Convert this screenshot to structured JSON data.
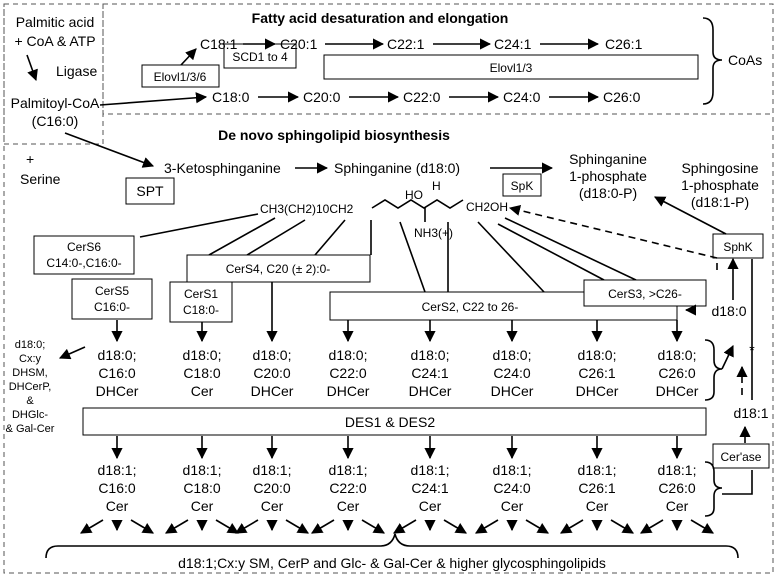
{
  "fa": {
    "title": "Fatty acid desaturation and elongation",
    "start_line1": "Palmitic acid",
    "start_line2": "+ CoA  & ATP",
    "ligase": "Ligase",
    "palmitoyl_line1": "Palmitoyl-CoA",
    "palmitoyl_line2": "(C16:0)",
    "elovl136": "Elovl1/3/6",
    "scd": "SCD1 to 4",
    "elovl13": "Elovl1/3",
    "coas": "CoAs",
    "row1": [
      "C18:1",
      "C20:1",
      "C22:1",
      "C24:1",
      "C26:1"
    ],
    "row2": [
      "C18:0",
      "C20:0",
      "C22:0",
      "C24:0",
      "C26:0"
    ]
  },
  "sl": {
    "title": "De novo sphingolipid biosynthesis",
    "plus": "+",
    "serine": "Serine",
    "spt": "SPT",
    "ketosph": "3-Ketosphinganine",
    "sphinganine": "Sphinganine (d18:0)",
    "spk": "SpK",
    "s1p_line1": "Sphinganine",
    "s1p_line2": "1-phosphate",
    "s1p_line3": "(d18:0-P)",
    "sgp_line1": "Sphingosine",
    "sgp_line2": "1-phosphate",
    "sgp_line3": "(d18:1-P)",
    "sphk": "SphK",
    "structure_chain": "CH3(CH2)10CH2",
    "structure_ho": "HO",
    "structure_h": "H",
    "structure_oh": "CH2OH",
    "structure_nh3": "NH3(+)",
    "cers6_line1": "CerS6",
    "cers6_line2": "C14:0-,C16:0-",
    "cers5_line1": "CerS5",
    "cers5_line2": "C16:0-",
    "cers1_line1": "CerS1",
    "cers1_line2": "C18:0-",
    "cers4": "CerS4, C20 (± 2):0-",
    "cers2": "CerS2,  C22 to 26-",
    "cers3": "CerS3, >C26-",
    "d180": "d18:0",
    "d181": "d18:1",
    "star": "*",
    "cerase": "Cer'ase",
    "side_list": [
      "d18:0;",
      "Cx:y",
      "DHSM,",
      "DHCerP,",
      "&",
      "DHGlc-",
      "& Gal-Cer"
    ],
    "des": "DES1 & DES2",
    "dhcer": [
      [
        "d18:0;",
        "C16:0",
        "DHCer"
      ],
      [
        "d18:0;",
        "C18:0",
        "Cer"
      ],
      [
        "d18:0;",
        "C20:0",
        "DHCer"
      ],
      [
        "d18:0;",
        "C22:0",
        "DHCer"
      ],
      [
        "d18:0;",
        "C24:1",
        "DHCer"
      ],
      [
        "d18:0;",
        "C24:0",
        "DHCer"
      ],
      [
        "d18:0;",
        "C26:1",
        "DHCer"
      ],
      [
        "d18:0;",
        "C26:0",
        "DHCer"
      ]
    ],
    "cer": [
      [
        "d18:1;",
        "C16:0",
        "Cer"
      ],
      [
        "d18:1;",
        "C18:0",
        "Cer"
      ],
      [
        "d18:1;",
        "C20:0",
        "Cer"
      ],
      [
        "d18:1;",
        "C22:0",
        "Cer"
      ],
      [
        "d18:1;",
        "C24:1",
        "Cer"
      ],
      [
        "d18:1;",
        "C24:0",
        "Cer"
      ],
      [
        "d18:1;",
        "C26:1",
        "Cer"
      ],
      [
        "d18:1;",
        "C26:0",
        "Cer"
      ]
    ],
    "bottom": "d18:1;Cx:y SM, CerP and Glc- & Gal-Cer & higher glycosphingolipids"
  }
}
